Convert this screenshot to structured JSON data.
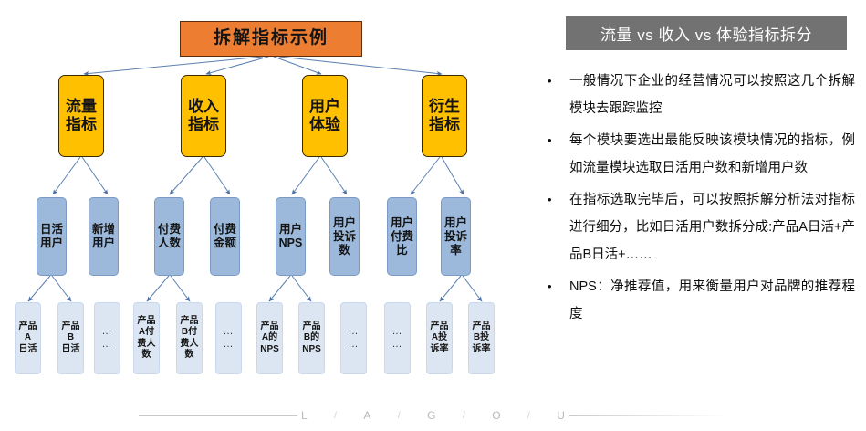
{
  "diagram": {
    "title": {
      "label": "拆解指标示例"
    },
    "level2": [
      {
        "label": "流量\n指标"
      },
      {
        "label": "收入\n指标"
      },
      {
        "label": "用户\n体验"
      },
      {
        "label": "衍生\n指标"
      }
    ],
    "level3": [
      {
        "label": "日活\n用户"
      },
      {
        "label": "新增\n用户"
      },
      {
        "label": "付费\n人数"
      },
      {
        "label": "付费\n金额"
      },
      {
        "label": "用户\nNPS"
      },
      {
        "label": "用户\n投诉\n数"
      },
      {
        "label": "用户\n付费\n比"
      },
      {
        "label": "用户\n投诉\n率"
      }
    ],
    "level4": [
      {
        "label": "产品\nA\n日活"
      },
      {
        "label": "产品\nB\n日活"
      },
      {
        "label": "…\n…"
      },
      {
        "label": "产品\nA付\n费人\n数"
      },
      {
        "label": "产品\nB付\n费人\n数"
      },
      {
        "label": "…\n…"
      },
      {
        "label": "产品\nA的\nNPS"
      },
      {
        "label": "产品\nB的\nNPS"
      },
      {
        "label": "…\n…"
      },
      {
        "label": "…\n…"
      },
      {
        "label": "产品\nA投\n诉率"
      },
      {
        "label": "产品\nB投\n诉率"
      }
    ]
  },
  "panel": {
    "header": "流量 vs 收入 vs 体验指标拆分",
    "bullet_marker": "•",
    "bullets": [
      "一般情况下企业的经营情况可以按照这几个拆解模块去跟踪监控",
      "每个模块要选出最能反映该模块情况的指标，例如流量模块选取日活用户数和新增用户数",
      "在指标选取完毕后，可以按照拆解分析法对指标进行细分，比如日活用户数拆分成:产品A日活+产品B日活+……",
      "NPS：净推荐值，用来衡量用户对品牌的推荐程度"
    ]
  },
  "footer": {
    "watermark": [
      "L",
      "/",
      "A",
      "/",
      "G",
      "/",
      "O",
      "/",
      "U"
    ]
  },
  "colors": {
    "title_box": "#ED7D31",
    "level2_box": "#FFC000",
    "level3_box": "#9CB9DC",
    "level4_box": "#DCE6F3",
    "panel_header": "#727272",
    "connector": "#5B7FB0"
  }
}
